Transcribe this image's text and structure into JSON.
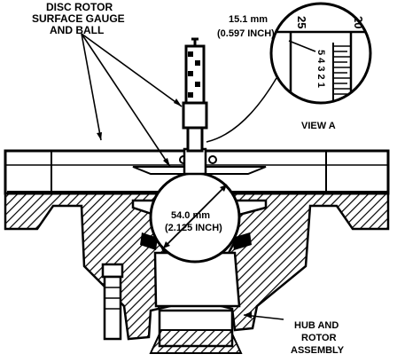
{
  "labels": {
    "gauge_line1": "DISC ROTOR",
    "gauge_line2": "SURFACE GAUGE",
    "gauge_line3": "AND BALL",
    "reading_mm": "15.1 mm",
    "reading_inch": "(0.597 INCH)",
    "view": "VIEW A",
    "ball_mm": "54.0 mm",
    "ball_inch": "(2.125 INCH)",
    "hub_line1": "HUB AND",
    "hub_line2": "ROTOR",
    "hub_line3": "ASSEMBLY"
  },
  "scale": {
    "upper_left": "25",
    "upper_right": "20",
    "vertical_numbers": "5 4 3 2 1"
  },
  "colors": {
    "ink": "#000000",
    "paper": "#ffffff"
  }
}
